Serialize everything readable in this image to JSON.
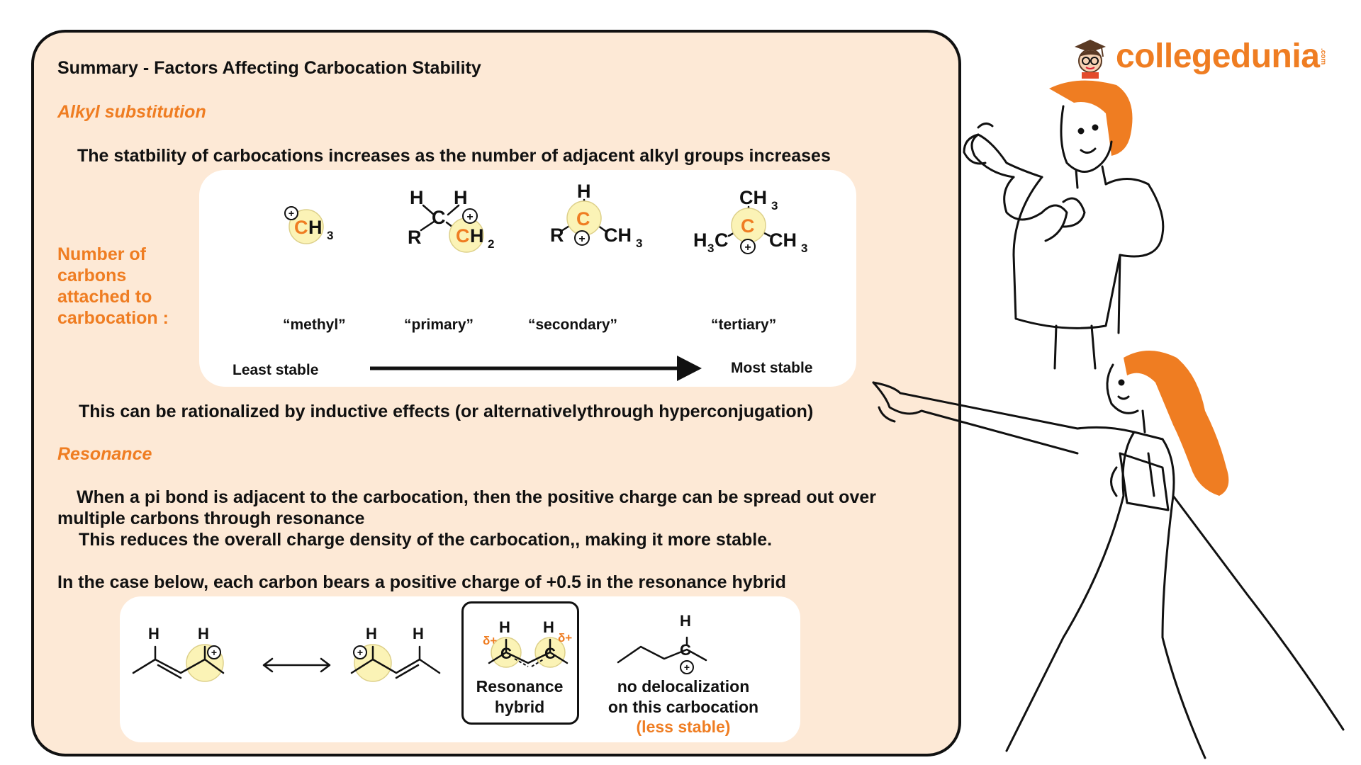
{
  "board": {
    "title": "Summary - Factors Affecting Carbocation Stability",
    "alkyl": {
      "heading": "Alkyl substitution",
      "statement": "The statbility of carbocations increases as the number of adjacent alkyl groups increases",
      "side_label_lines": [
        "Number of",
        "carbons",
        "attached to",
        "carbocation :"
      ],
      "types": [
        "“methyl”",
        "“primary”",
        "“secondary”",
        "“tertiary”"
      ],
      "least": "Least stable",
      "most": "Most stable",
      "rationale": "This can be rationalized by inductive effects (or alternativelythrough hyperconjugation)"
    },
    "resonance": {
      "heading": "Resonance",
      "p1_line1": "When a pi bond is adjacent to the carbocation, then the positive charge can be spread out over",
      "p1_line2": "multiple carbons through resonance",
      "p2": "This reduces the overall charge density of the carbocation,, making it more stable.",
      "p3": "In the case below, each carbon bears a positive charge of +0.5 in the resonance hybrid",
      "hybrid_label_lines": [
        "Resonance",
        "hybrid"
      ],
      "nodeloc_lines": [
        "no delocalization",
        "on this carbocation"
      ],
      "less_stable": "(less stable)"
    }
  },
  "brand": {
    "name": "collegedunia",
    "suffix": ".com"
  },
  "colors": {
    "accent": "#ef7d22",
    "panel": "#fde9d6",
    "highlight": "#fbf3b6",
    "ink": "#111111"
  },
  "icons": [
    "brand-mascot-icon",
    "teacher-illustration",
    "student-illustration"
  ]
}
